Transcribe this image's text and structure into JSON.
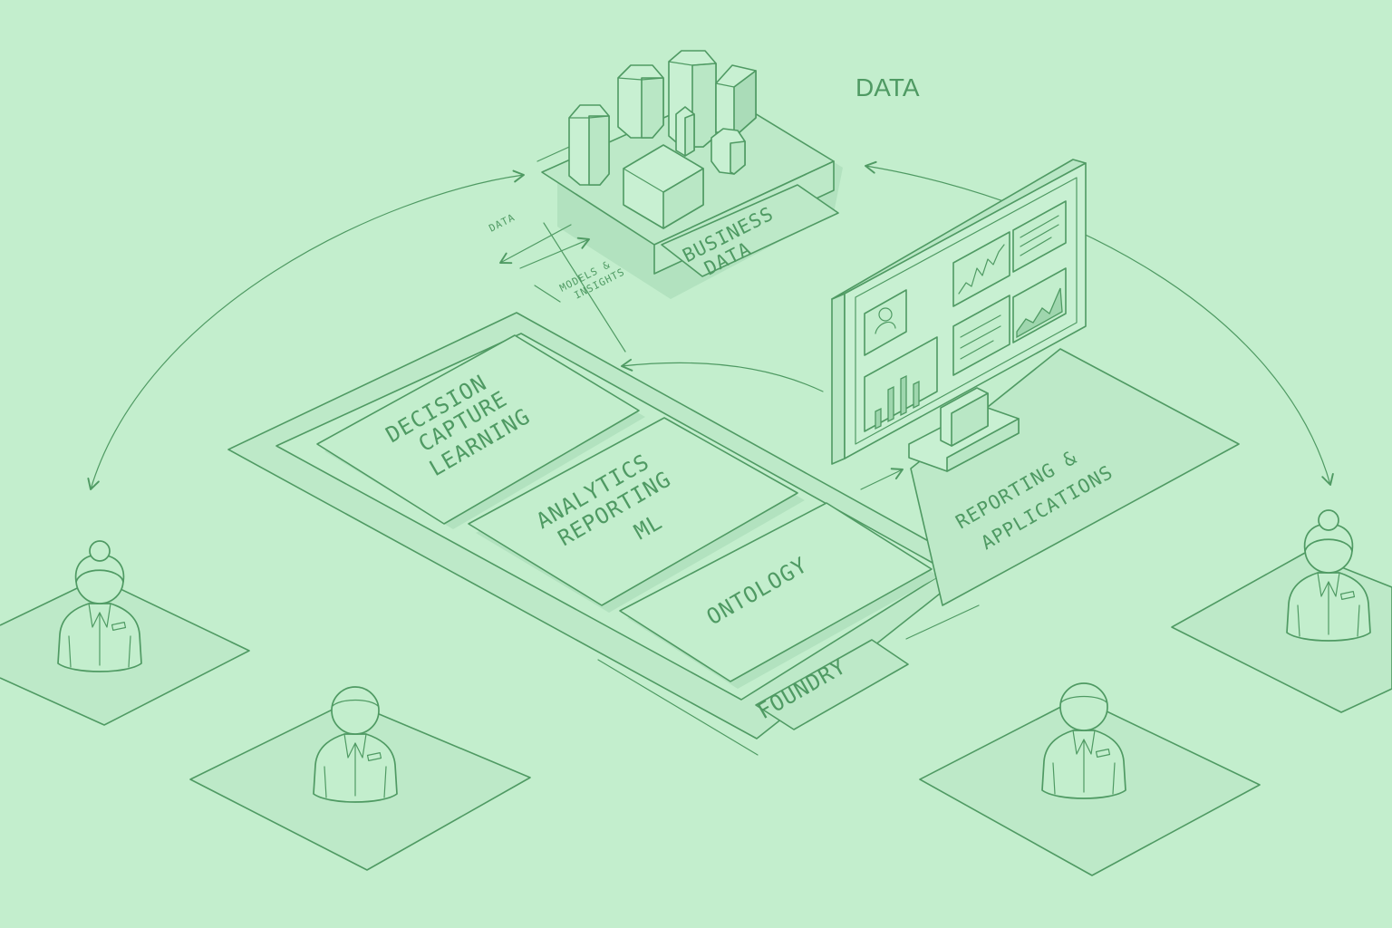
{
  "labels": {
    "data_title": "DATA",
    "business_data_line1": "BUSINESS",
    "business_data_line2": "DATA",
    "data_small": "DATA",
    "models_line1": "MODELS &",
    "models_line2": "INSIGHTS",
    "decision_line1": "DECISION",
    "decision_line2": "CAPTURE",
    "decision_line3": "LEARNING",
    "analytics_line1": "ANALYTICS",
    "analytics_line2": "REPORTING",
    "analytics_line3": "ML",
    "ontology": "ONTOLOGY",
    "foundry": "FOUNDRY",
    "reporting_line1": "REPORTING &",
    "reporting_line2": "APPLICATIONS"
  },
  "icons": {
    "data_stack": "database-cylinders-icon",
    "monitor": "dashboard-monitor-icon",
    "person": "user-figure-icon"
  },
  "colors": {
    "background": "#c3eecd",
    "line": "#4f9a63"
  }
}
